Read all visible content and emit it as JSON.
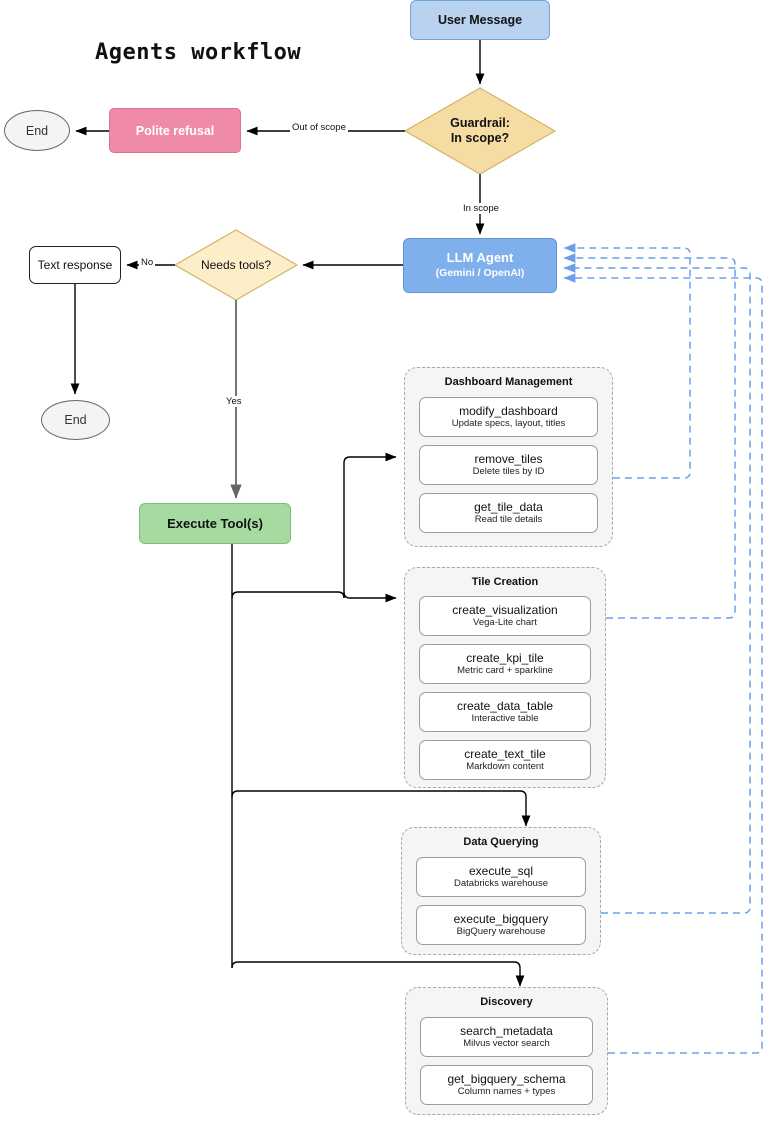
{
  "diagram": {
    "title": "Agents workflow",
    "nodes": {
      "user_message": "User Message",
      "guardrail_line1": "Guardrail:",
      "guardrail_line2": "In scope?",
      "polite_refusal": "Polite refusal",
      "end_1": "End",
      "llm_agent": "LLM Agent",
      "llm_agent_sub": "(Gemini / OpenAI)",
      "needs_tools": "Needs tools?",
      "text_response": "Text response",
      "end_2": "End",
      "execute_tools": "Execute Tool(s)"
    },
    "edge_labels": {
      "out_of_scope": "Out of scope",
      "in_scope": "In scope",
      "no": "No",
      "yes": "Yes"
    },
    "groups": [
      {
        "id": "dashboard-management",
        "title": "Dashboard Management",
        "tools": [
          {
            "name": "modify_dashboard",
            "desc": "Update specs, layout, titles"
          },
          {
            "name": "remove_tiles",
            "desc": "Delete tiles by ID"
          },
          {
            "name": "get_tile_data",
            "desc": "Read tile details"
          }
        ]
      },
      {
        "id": "tile-creation",
        "title": "Tile Creation",
        "tools": [
          {
            "name": "create_visualization",
            "desc": "Vega-Lite chart"
          },
          {
            "name": "create_kpi_tile",
            "desc": "Metric card + sparkline"
          },
          {
            "name": "create_data_table",
            "desc": "Interactive table"
          },
          {
            "name": "create_text_tile",
            "desc": "Markdown content"
          }
        ]
      },
      {
        "id": "data-querying",
        "title": "Data Querying",
        "tools": [
          {
            "name": "execute_sql",
            "desc": "Databricks warehouse"
          },
          {
            "name": "execute_bigquery",
            "desc": "BigQuery warehouse"
          }
        ]
      },
      {
        "id": "discovery",
        "title": "Discovery",
        "tools": [
          {
            "name": "search_metadata",
            "desc": "Milvus vector search"
          },
          {
            "name": "get_bigquery_schema",
            "desc": "Column names + types"
          }
        ]
      }
    ],
    "colors": {
      "user_message_fill": "#b9d2f0",
      "guardrail_fill": "#f5dca2",
      "refusal_fill": "#ef8ba8",
      "llm_agent_fill": "#7fb0ec",
      "execute_fill": "#a5dba0",
      "return_edge": "#6d9eeb",
      "group_fill": "#f5f5f5"
    }
  }
}
